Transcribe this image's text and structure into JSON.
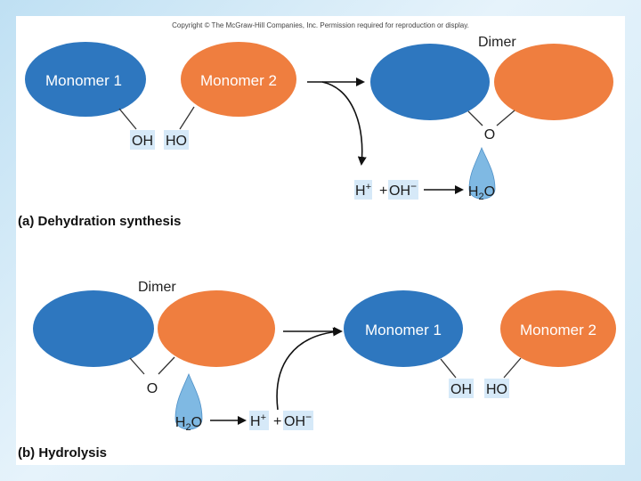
{
  "copyright": "Copyright © The McGraw-Hill Companies, Inc. Permission required for reproduction or display.",
  "panel_a": {
    "monomer1": "Monomer 1",
    "monomer2": "Monomer 2",
    "oh": "OH",
    "ho": "HO",
    "dimer": "Dimer",
    "o": "O",
    "h_plus": "H+",
    "plus": "+",
    "oh_minus": "OH−",
    "h2o": "H2O",
    "caption": "(a) Dehydration synthesis"
  },
  "panel_b": {
    "dimer": "Dimer",
    "o": "O",
    "h2o": "H2O",
    "h_plus": "H+",
    "plus": "+",
    "oh_minus": "OH−",
    "monomer1": "Monomer 1",
    "monomer2": "Monomer 2",
    "oh": "OH",
    "ho": "HO",
    "caption": "(b) Hydrolysis"
  },
  "colors": {
    "blue_monomer": "#2e77bf",
    "orange_monomer": "#ef7e3f",
    "ion_box": "#d6e9f8",
    "water_drop": "#7fb9e3"
  }
}
